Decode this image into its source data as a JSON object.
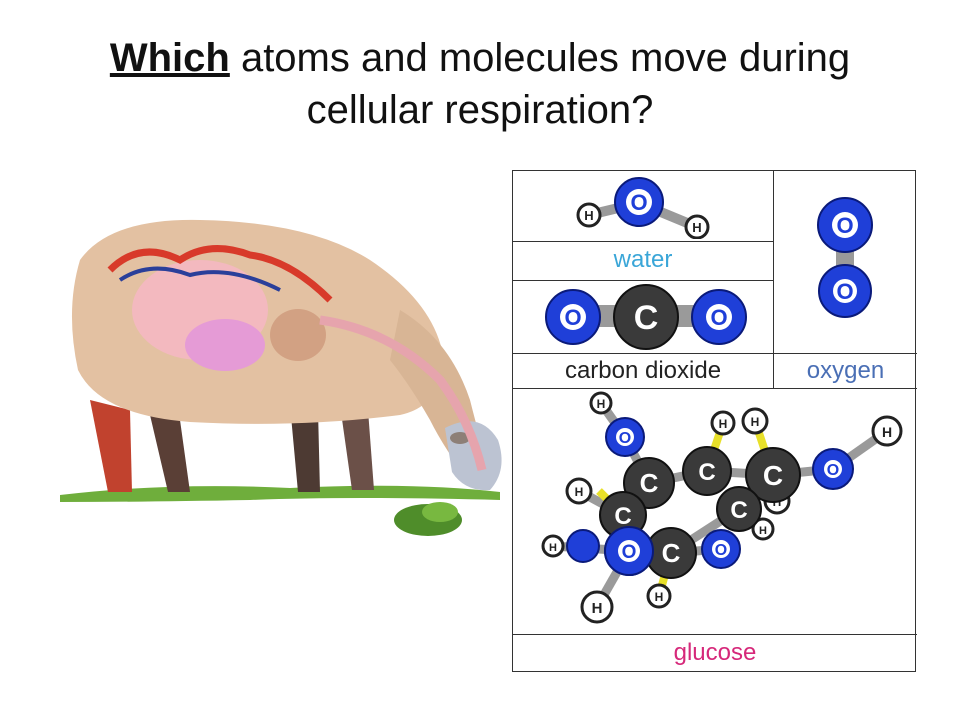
{
  "title": {
    "emphasis": "Which",
    "rest": " atoms and molecules move during",
    "line2": "cellular respiration?"
  },
  "molecules": {
    "water": {
      "label": "water",
      "label_color": "#3aa6d8"
    },
    "carbon_dioxide": {
      "label": "carbon dioxide",
      "label_color": "#222222"
    },
    "oxygen": {
      "label": "oxygen",
      "label_color": "#4a6fb5"
    },
    "glucose": {
      "label": "glucose",
      "label_color": "#d6287a"
    }
  },
  "atoms": {
    "oxygen_letter": "O",
    "carbon_letter": "C",
    "hydrogen_letter": "H",
    "oxygen_color": "#1f3fd8",
    "carbon_color": "#3a3a3a",
    "hydrogen_color": "#ffffff"
  }
}
